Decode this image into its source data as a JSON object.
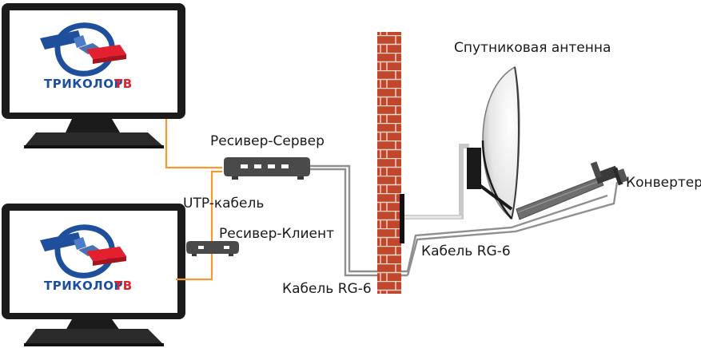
{
  "labels": {
    "antenna": "Спутниковая антенна",
    "converter": "Конвертер",
    "server": "Ресивер-Сервер",
    "utp": "UTP-кабель",
    "client": "Ресивер-Клиент",
    "rg6_right": "Кабель RG-6",
    "rg6_bottom": "Кабель RG-6"
  },
  "logo": {
    "text_main": "ТРИКОЛОР",
    "text_suffix": "ТВ"
  },
  "colors": {
    "utp_cable": "#f39a34",
    "coax_cable": "#8f8f8f",
    "brick": "#c0462c",
    "logo_blue": "#1d4f9c",
    "logo_red": "#e4202e"
  }
}
